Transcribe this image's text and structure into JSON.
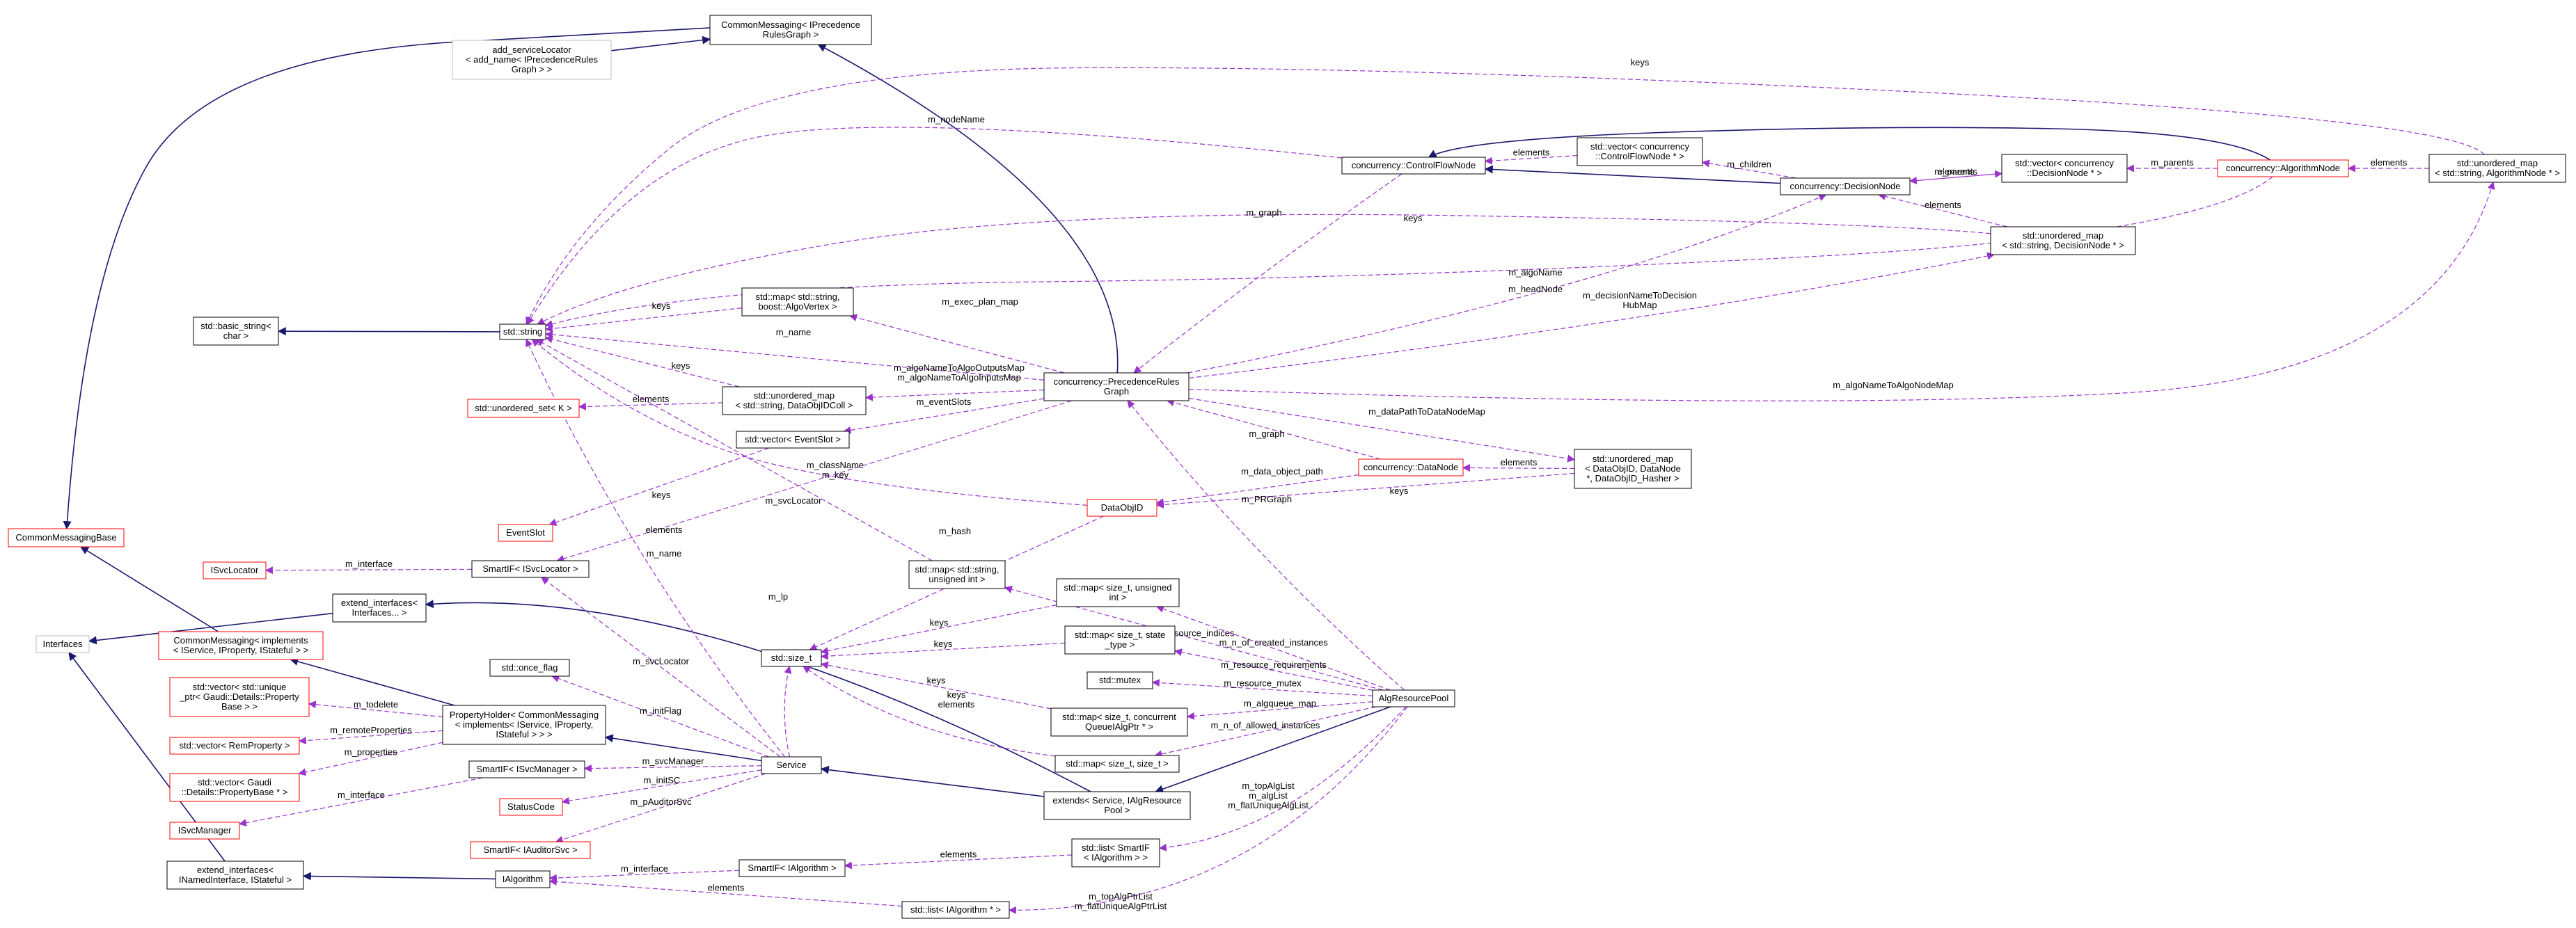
{
  "colors": {
    "node_border": "#000000",
    "node_border_incomplete": "#ff0000",
    "node_border_external": "#bfbfbf",
    "external_text": "#7f7f7f",
    "inheritance_edge": "#191970",
    "usage_edge": "#9a32cd"
  },
  "nodes": [
    {
      "id": "cm_iprg",
      "lines": [
        "CommonMessaging< IPrecedence",
        "RulesGraph >"
      ],
      "style": "normal"
    },
    {
      "id": "add_svc",
      "lines": [
        "add_serviceLocator",
        "< add_name< IPrecedenceRules",
        "Graph > >"
      ],
      "style": "external"
    },
    {
      "id": "basic_string",
      "lines": [
        "std::basic_string<",
        "char >"
      ],
      "style": "normal"
    },
    {
      "id": "std_string",
      "lines": [
        "std::string"
      ],
      "style": "normal"
    },
    {
      "id": "unordered_set_k",
      "lines": [
        "std::unordered_set< K >"
      ],
      "style": "incomplete"
    },
    {
      "id": "cm_base",
      "lines": [
        "CommonMessagingBase"
      ],
      "style": "incomplete"
    },
    {
      "id": "isvclocator",
      "lines": [
        "ISvcLocator"
      ],
      "style": "incomplete"
    },
    {
      "id": "interfaces",
      "lines": [
        "Interfaces"
      ],
      "style": "external"
    },
    {
      "id": "cm_impl",
      "lines": [
        "CommonMessaging< implements",
        "< IService, IProperty, IStateful > >"
      ],
      "style": "incomplete"
    },
    {
      "id": "vec_uptr",
      "lines": [
        "std::vector< std::unique",
        "_ptr< Gaudi::Details::Property",
        "Base > >"
      ],
      "style": "incomplete"
    },
    {
      "id": "vec_remprop",
      "lines": [
        "std::vector< RemProperty >"
      ],
      "style": "incomplete"
    },
    {
      "id": "vec_propbase",
      "lines": [
        "std::vector< Gaudi",
        "::Details::PropertyBase * >"
      ],
      "style": "incomplete"
    },
    {
      "id": "isvcmanager",
      "lines": [
        "ISvcManager"
      ],
      "style": "incomplete"
    },
    {
      "id": "ext_named",
      "lines": [
        "extend_interfaces<",
        "INamedInterface, IStateful >"
      ],
      "style": "normal"
    },
    {
      "id": "map_str_vertex",
      "lines": [
        "std::map< std::string,",
        "boost::AlgoVertex >"
      ],
      "style": "normal"
    },
    {
      "id": "umap_str_dataobjidcoll",
      "lines": [
        "std::unordered_map",
        "< std::string, DataObjIDColl >"
      ],
      "style": "normal"
    },
    {
      "id": "vec_eventslot",
      "lines": [
        "std::vector< EventSlot >"
      ],
      "style": "normal"
    },
    {
      "id": "eventslot",
      "lines": [
        "EventSlot"
      ],
      "style": "incomplete"
    },
    {
      "id": "smartif_svcloc",
      "lines": [
        "SmartIF< ISvcLocator >"
      ],
      "style": "normal"
    },
    {
      "id": "ext_interfaces",
      "lines": [
        "extend_interfaces<",
        "Interfaces... >"
      ],
      "style": "normal"
    },
    {
      "id": "once_flag",
      "lines": [
        "std::once_flag"
      ],
      "style": "normal"
    },
    {
      "id": "propholder",
      "lines": [
        "PropertyHolder< CommonMessaging",
        "< implements< IService, IProperty,",
        "IStateful > > >"
      ],
      "style": "normal"
    },
    {
      "id": "smartif_svcmgr",
      "lines": [
        "SmartIF< ISvcManager >"
      ],
      "style": "normal"
    },
    {
      "id": "statuscode",
      "lines": [
        "StatusCode"
      ],
      "style": "incomplete"
    },
    {
      "id": "smartif_auditor",
      "lines": [
        "SmartIF< IAuditorSvc >"
      ],
      "style": "incomplete"
    },
    {
      "id": "ialgorithm",
      "lines": [
        "IAlgorithm"
      ],
      "style": "normal"
    },
    {
      "id": "service",
      "lines": [
        "Service"
      ],
      "style": "normal"
    },
    {
      "id": "smartif_ialg",
      "lines": [
        "SmartIF< IAlgorithm >"
      ],
      "style": "normal"
    },
    {
      "id": "cfnode",
      "lines": [
        "concurrency::ControlFlowNode"
      ],
      "style": "normal"
    },
    {
      "id": "vec_cfnode",
      "lines": [
        "std::vector< concurrency",
        "::ControlFlowNode * >"
      ],
      "style": "normal"
    },
    {
      "id": "decisionnode",
      "lines": [
        "concurrency::DecisionNode"
      ],
      "style": "normal"
    },
    {
      "id": "vec_decnode",
      "lines": [
        "std::vector< concurrency",
        "::DecisionNode * >"
      ],
      "style": "normal"
    },
    {
      "id": "algnode",
      "lines": [
        "concurrency::AlgorithmNode"
      ],
      "style": "incomplete"
    },
    {
      "id": "umap_str_algnode",
      "lines": [
        "std::unordered_map",
        "< std::string, AlgorithmNode * >"
      ],
      "style": "normal"
    },
    {
      "id": "umap_str_decnode",
      "lines": [
        "std::unordered_map",
        "< std::string, DecisionNode * >"
      ],
      "style": "normal"
    },
    {
      "id": "prg",
      "lines": [
        "concurrency::PrecedenceRules",
        "Graph"
      ],
      "style": "normal"
    },
    {
      "id": "datanode",
      "lines": [
        "concurrency::DataNode"
      ],
      "style": "incomplete"
    },
    {
      "id": "umap_dataobjid",
      "lines": [
        "std::unordered_map",
        "< DataObjID, DataNode",
        "*, DataObjID_Hasher >"
      ],
      "style": "normal"
    },
    {
      "id": "dataobjid",
      "lines": [
        "DataObjID"
      ],
      "style": "incomplete"
    },
    {
      "id": "map_str_uint",
      "lines": [
        "std::map< std::string,",
        "unsigned int >"
      ],
      "style": "normal"
    },
    {
      "id": "size_t",
      "lines": [
        "std::size_t"
      ],
      "style": "normal"
    },
    {
      "id": "map_sizet_uint",
      "lines": [
        "std::map< size_t, unsigned",
        "int >"
      ],
      "style": "normal"
    },
    {
      "id": "map_sizet_state",
      "lines": [
        "std::map< size_t, state",
        "_type >"
      ],
      "style": "normal"
    },
    {
      "id": "mutex",
      "lines": [
        "std::mutex"
      ],
      "style": "normal"
    },
    {
      "id": "map_sizet_queue",
      "lines": [
        "std::map< size_t, concurrent",
        "QueueIAlgPtr * >"
      ],
      "style": "normal"
    },
    {
      "id": "map_sizet_sizet",
      "lines": [
        "std::map< size_t, size_t >"
      ],
      "style": "normal"
    },
    {
      "id": "extends",
      "lines": [
        "extends< Service, IAlgResource",
        "Pool >"
      ],
      "style": "normal"
    },
    {
      "id": "list_smartif",
      "lines": [
        "std::list< SmartIF",
        "< IAlgorithm > >"
      ],
      "style": "normal"
    },
    {
      "id": "list_ialg",
      "lines": [
        "std::list< IAlgorithm * >"
      ],
      "style": "normal"
    },
    {
      "id": "algresourcepool",
      "lines": [
        "AlgResourcePool"
      ],
      "style": "focus"
    }
  ],
  "edges": [
    {
      "from": "cm_iprg",
      "to": "cm_base",
      "kind": "inherit",
      "label": []
    },
    {
      "from": "add_svc",
      "to": "cm_iprg",
      "kind": "inherit",
      "label": []
    },
    {
      "from": "prg",
      "to": "cm_iprg",
      "kind": "inherit",
      "label": []
    },
    {
      "from": "std_string",
      "to": "basic_string",
      "kind": "inherit",
      "label": []
    },
    {
      "from": "cm_impl",
      "to": "cm_base",
      "kind": "inherit",
      "label": []
    },
    {
      "from": "ext_interfaces",
      "to": "interfaces",
      "kind": "inherit",
      "label": []
    },
    {
      "from": "ext_named",
      "to": "interfaces",
      "kind": "inherit",
      "label": []
    },
    {
      "from": "propholder",
      "to": "cm_impl",
      "kind": "inherit",
      "label": []
    },
    {
      "from": "service",
      "to": "propholder",
      "kind": "inherit",
      "label": []
    },
    {
      "from": "ialgorithm",
      "to": "ext_named",
      "kind": "inherit",
      "label": []
    },
    {
      "from": "extends",
      "to": "ext_interfaces",
      "kind": "inherit",
      "label": []
    },
    {
      "from": "extends",
      "to": "service",
      "kind": "inherit",
      "label": []
    },
    {
      "from": "algresourcepool",
      "to": "extends",
      "kind": "inherit",
      "label": []
    },
    {
      "from": "decisionnode",
      "to": "cfnode",
      "kind": "inherit",
      "label": []
    },
    {
      "from": "algnode",
      "to": "cfnode",
      "kind": "inherit",
      "label": []
    },
    {
      "from": "vec_cfnode",
      "to": "cfnode",
      "kind": "usage",
      "label": [
        "elements"
      ]
    },
    {
      "from": "decisionnode",
      "to": "vec_cfnode",
      "kind": "usage",
      "label": [
        "m_children"
      ]
    },
    {
      "from": "vec_decnode",
      "to": "decisionnode",
      "kind": "usage",
      "label": [
        "elements"
      ]
    },
    {
      "from": "decisionnode",
      "to": "vec_decnode",
      "kind": "usage",
      "label": [
        "m_parents"
      ]
    },
    {
      "from": "algnode",
      "to": "vec_decnode",
      "kind": "usage",
      "label": [
        "m_parents"
      ]
    },
    {
      "from": "umap_str_algnode",
      "to": "algnode",
      "kind": "usage",
      "label": [
        "elements"
      ]
    },
    {
      "from": "umap_str_decnode",
      "to": "decisionnode",
      "kind": "usage",
      "label": [
        "elements"
      ]
    },
    {
      "from": "umap_str_algnode",
      "to": "std_string",
      "kind": "usage",
      "label": [
        "keys"
      ]
    },
    {
      "from": "cfnode",
      "to": "std_string",
      "kind": "usage",
      "label": [
        "m_nodeName"
      ]
    },
    {
      "from": "umap_str_decnode",
      "to": "std_string",
      "kind": "usage",
      "label": [
        "keys"
      ]
    },
    {
      "from": "algnode",
      "to": "std_string",
      "kind": "usage",
      "label": [
        "m_algoName"
      ]
    },
    {
      "from": "cfnode",
      "to": "prg",
      "kind": "usage",
      "label": [
        "m_graph"
      ]
    },
    {
      "from": "prg",
      "to": "decisionnode",
      "kind": "usage",
      "label": [
        "m_headNode"
      ]
    },
    {
      "from": "prg",
      "to": "umap_str_decnode",
      "kind": "usage",
      "label": [
        "m_decisionNameToDecision",
        "HubMap"
      ]
    },
    {
      "from": "map_str_vertex",
      "to": "std_string",
      "kind": "usage",
      "label": [
        "keys"
      ]
    },
    {
      "from": "prg",
      "to": "map_str_vertex",
      "kind": "usage",
      "label": [
        "m_exec_plan_map"
      ]
    },
    {
      "from": "prg",
      "to": "std_string",
      "kind": "usage",
      "label": [
        "m_name"
      ]
    },
    {
      "from": "umap_str_dataobjidcoll",
      "to": "std_string",
      "kind": "usage",
      "label": [
        "keys"
      ]
    },
    {
      "from": "umap_str_dataobjidcoll",
      "to": "unordered_set_k",
      "kind": "usage",
      "label": [
        "elements"
      ]
    },
    {
      "from": "prg",
      "to": "umap_str_dataobjidcoll",
      "kind": "usage",
      "label": [
        "m_algoNameToAlgoOutputsMap",
        "m_algoNameToAlgoInputsMap"
      ]
    },
    {
      "from": "prg",
      "to": "umap_str_algnode",
      "kind": "usage",
      "label": [
        "m_algoNameToAlgoNodeMap"
      ]
    },
    {
      "from": "prg",
      "to": "vec_eventslot",
      "kind": "usage",
      "label": [
        "m_eventSlots"
      ]
    },
    {
      "from": "prg",
      "to": "umap_dataobjid",
      "kind": "usage",
      "label": [
        "m_dataPathToDataNodeMap"
      ]
    },
    {
      "from": "datanode",
      "to": "prg",
      "kind": "usage",
      "label": [
        "m_graph"
      ]
    },
    {
      "from": "umap_dataobjid",
      "to": "datanode",
      "kind": "usage",
      "label": [
        "elements"
      ]
    },
    {
      "from": "datanode",
      "to": "dataobjid",
      "kind": "usage",
      "label": [
        "m_data_object_path"
      ]
    },
    {
      "from": "umap_dataobjid",
      "to": "dataobjid",
      "kind": "usage",
      "label": [
        "keys"
      ]
    },
    {
      "from": "dataobjid",
      "to": "std_string",
      "kind": "usage",
      "label": [
        "m_className",
        "m_key"
      ]
    },
    {
      "from": "dataobjid",
      "to": "size_t",
      "kind": "usage",
      "label": [
        "m_hash"
      ]
    },
    {
      "from": "prg",
      "to": "smartif_svcloc",
      "kind": "usage",
      "label": [
        "m_svcLocator"
      ]
    },
    {
      "from": "vec_eventslot",
      "to": "eventslot",
      "kind": "usage",
      "label": [
        "elements"
      ]
    },
    {
      "from": "smartif_svcloc",
      "to": "isvclocator",
      "kind": "usage",
      "label": [
        "m_interface"
      ]
    },
    {
      "from": "map_str_uint",
      "to": "std_string",
      "kind": "usage",
      "label": [
        "keys"
      ]
    },
    {
      "from": "service",
      "to": "std_string",
      "kind": "usage",
      "label": [
        "m_name"
      ]
    },
    {
      "from": "service",
      "to": "smartif_svcloc",
      "kind": "usage",
      "label": [
        "m_svcLocator"
      ]
    },
    {
      "from": "service",
      "to": "once_flag",
      "kind": "usage",
      "label": [
        "m_initFlag"
      ]
    },
    {
      "from": "service",
      "to": "smartif_svcmgr",
      "kind": "usage",
      "label": [
        "m_svcManager"
      ]
    },
    {
      "from": "service",
      "to": "statuscode",
      "kind": "usage",
      "label": [
        "m_initSC"
      ]
    },
    {
      "from": "service",
      "to": "smartif_auditor",
      "kind": "usage",
      "label": [
        "m_pAuditorSvc"
      ]
    },
    {
      "from": "service",
      "to": "size_t",
      "kind": "usage",
      "label": [
        "m_lp"
      ]
    },
    {
      "from": "propholder",
      "to": "vec_uptr",
      "kind": "usage",
      "label": [
        "m_todelete"
      ]
    },
    {
      "from": "propholder",
      "to": "vec_remprop",
      "kind": "usage",
      "label": [
        "m_remoteProperties"
      ]
    },
    {
      "from": "propholder",
      "to": "vec_propbase",
      "kind": "usage",
      "label": [
        "m_properties"
      ]
    },
    {
      "from": "smartif_svcmgr",
      "to": "isvcmanager",
      "kind": "usage",
      "label": [
        "m_interface"
      ]
    },
    {
      "from": "smartif_ialg",
      "to": "ialgorithm",
      "kind": "usage",
      "label": [
        "m_interface"
      ]
    },
    {
      "from": "list_ialg",
      "to": "ialgorithm",
      "kind": "usage",
      "label": [
        "elements"
      ]
    },
    {
      "from": "list_smartif",
      "to": "smartif_ialg",
      "kind": "usage",
      "label": [
        "elements"
      ]
    },
    {
      "from": "map_sizet_uint",
      "to": "size_t",
      "kind": "usage",
      "label": [
        "keys"
      ]
    },
    {
      "from": "map_sizet_state",
      "to": "size_t",
      "kind": "usage",
      "label": [
        "keys"
      ]
    },
    {
      "from": "map_sizet_queue",
      "to": "size_t",
      "kind": "usage",
      "label": [
        "keys"
      ]
    },
    {
      "from": "map_sizet_sizet",
      "to": "size_t",
      "kind": "usage",
      "label": [
        "keys",
        "elements"
      ]
    },
    {
      "from": "algresourcepool",
      "to": "prg",
      "kind": "usage",
      "label": [
        "m_PRGraph"
      ]
    },
    {
      "from": "algresourcepool",
      "to": "map_str_uint",
      "kind": "usage",
      "label": [
        "m_resource_indices"
      ]
    },
    {
      "from": "algresourcepool",
      "to": "map_sizet_uint",
      "kind": "usage",
      "label": [
        "m_n_of_created_instances"
      ]
    },
    {
      "from": "algresourcepool",
      "to": "map_sizet_state",
      "kind": "usage",
      "label": [
        "m_resource_requirements"
      ]
    },
    {
      "from": "algresourcepool",
      "to": "mutex",
      "kind": "usage",
      "label": [
        "m_resource_mutex"
      ]
    },
    {
      "from": "algresourcepool",
      "to": "map_sizet_queue",
      "kind": "usage",
      "label": [
        "m_algqueue_map"
      ]
    },
    {
      "from": "algresourcepool",
      "to": "map_sizet_sizet",
      "kind": "usage",
      "label": [
        "m_n_of_allowed_instances"
      ]
    },
    {
      "from": "algresourcepool",
      "to": "list_smartif",
      "kind": "usage",
      "label": [
        "m_topAlgList",
        "m_algList",
        "m_flatUniqueAlgList"
      ]
    },
    {
      "from": "algresourcepool",
      "to": "list_ialg",
      "kind": "usage",
      "label": [
        "m_topAlgPtrList",
        "m_flatUniqueAlgPtrList"
      ]
    }
  ]
}
